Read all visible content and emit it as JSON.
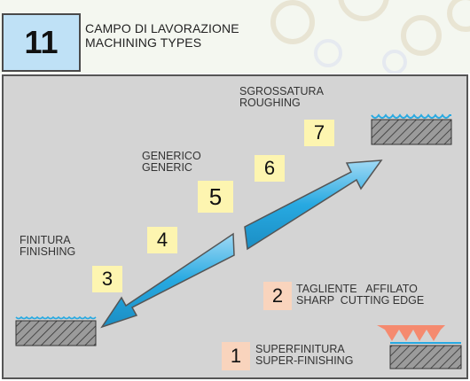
{
  "header": {
    "number": "11",
    "title_it": "CAMPO DI LAVORAZIONE",
    "title_en": "MACHINING TYPES"
  },
  "labels": {
    "roughing_it": "SGROSSATURA",
    "roughing_en": "ROUGHING",
    "generic_it": "GENERICO",
    "generic_en": "GENERIC",
    "finishing_it": "FINITURA",
    "finishing_en": "FINISHING",
    "sharp_it": "TAGLIENTE   AFFILATO",
    "sharp_en": "SHARP  CUTTING EDGE",
    "superfinishing_it": "SUPERFINITURA",
    "superfinishing_en": "SUPER-FINISHING"
  },
  "scale_numbers": [
    "1",
    "2",
    "3",
    "4",
    "5",
    "6",
    "7"
  ],
  "colors": {
    "arrow": "#27a9e1",
    "yellow_chip": "#fdf5b0",
    "orange_chip": "#f9d4bd",
    "surface_line": "#27a9e1",
    "tool_tip": "#f58a6f"
  }
}
